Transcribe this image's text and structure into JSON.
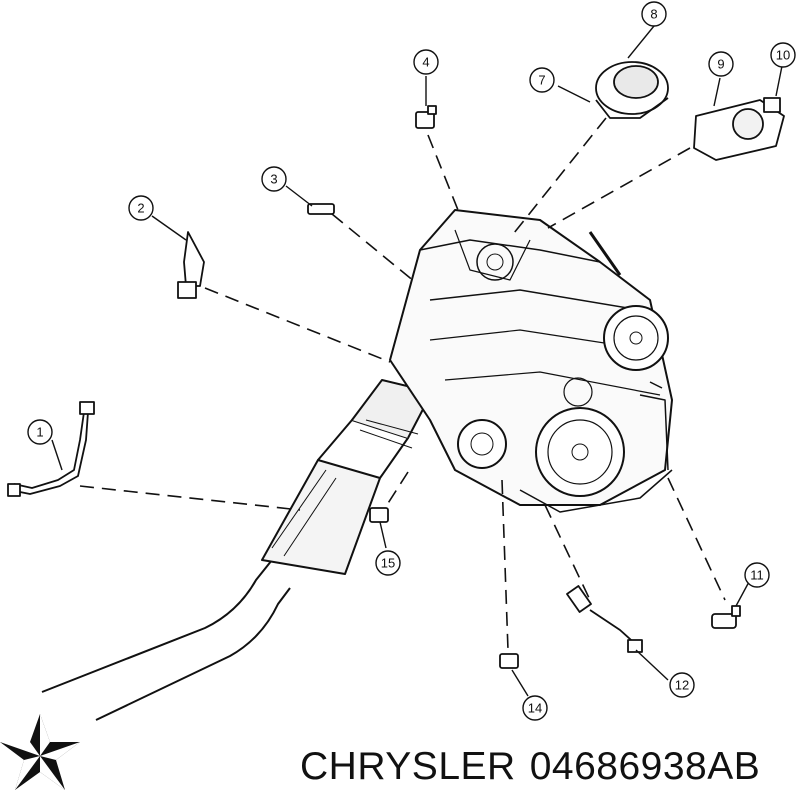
{
  "caption": {
    "brand": "CHRYSLER",
    "part_number": "04686938AB"
  },
  "callouts": [
    "1",
    "2",
    "3",
    "4",
    "7",
    "8",
    "9",
    "10",
    "11",
    "12",
    "14",
    "15"
  ],
  "colors": {
    "line": "#111111",
    "background": "#ffffff"
  },
  "logo": {
    "icon": "chrysler-pentastar-icon"
  }
}
